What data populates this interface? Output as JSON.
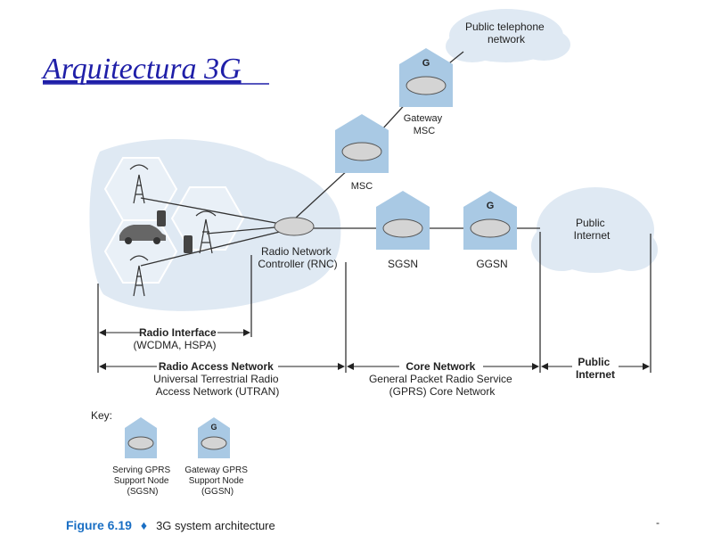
{
  "title": "Arquitectura 3G",
  "labels": {
    "public_telephone": [
      "Public telephone",
      "network"
    ],
    "gateway_msc": [
      "Gateway",
      "MSC"
    ],
    "msc": "MSC",
    "rnc": [
      "Radio Network",
      "Controller (RNC)"
    ],
    "sgsn": "SGSN",
    "ggsn": "GGSN",
    "public_internet": [
      "Public",
      "Internet"
    ],
    "g_mark": "G"
  },
  "spans": {
    "radio_interface": [
      "Radio Interface",
      "(WCDMA, HSPA)"
    ],
    "radio_access_network": [
      "Radio Access Network",
      "Universal Terrestrial Radio",
      "Access Network (UTRAN)"
    ],
    "core_network": [
      "Core Network",
      "General Packet Radio Service",
      "(GPRS) Core Network"
    ],
    "public_internet": [
      "Public",
      "Internet"
    ]
  },
  "key": {
    "label": "Key:",
    "sgsn": [
      "Serving GPRS",
      "Support Node",
      "(SGSN)"
    ],
    "ggsn": [
      "Gateway GPRS",
      "Support Node",
      "(GGSN)"
    ]
  },
  "caption": {
    "number": "Figure 6.19",
    "bullet": "♦",
    "text": "3G system architecture"
  },
  "page_mark": "-",
  "colors": {
    "title": "#1f1fa8",
    "cloud": "#dfe9f3",
    "hexagon_fill": "#e6eef6",
    "building": "#a9c9e4",
    "caption": "#1a6fc4"
  }
}
